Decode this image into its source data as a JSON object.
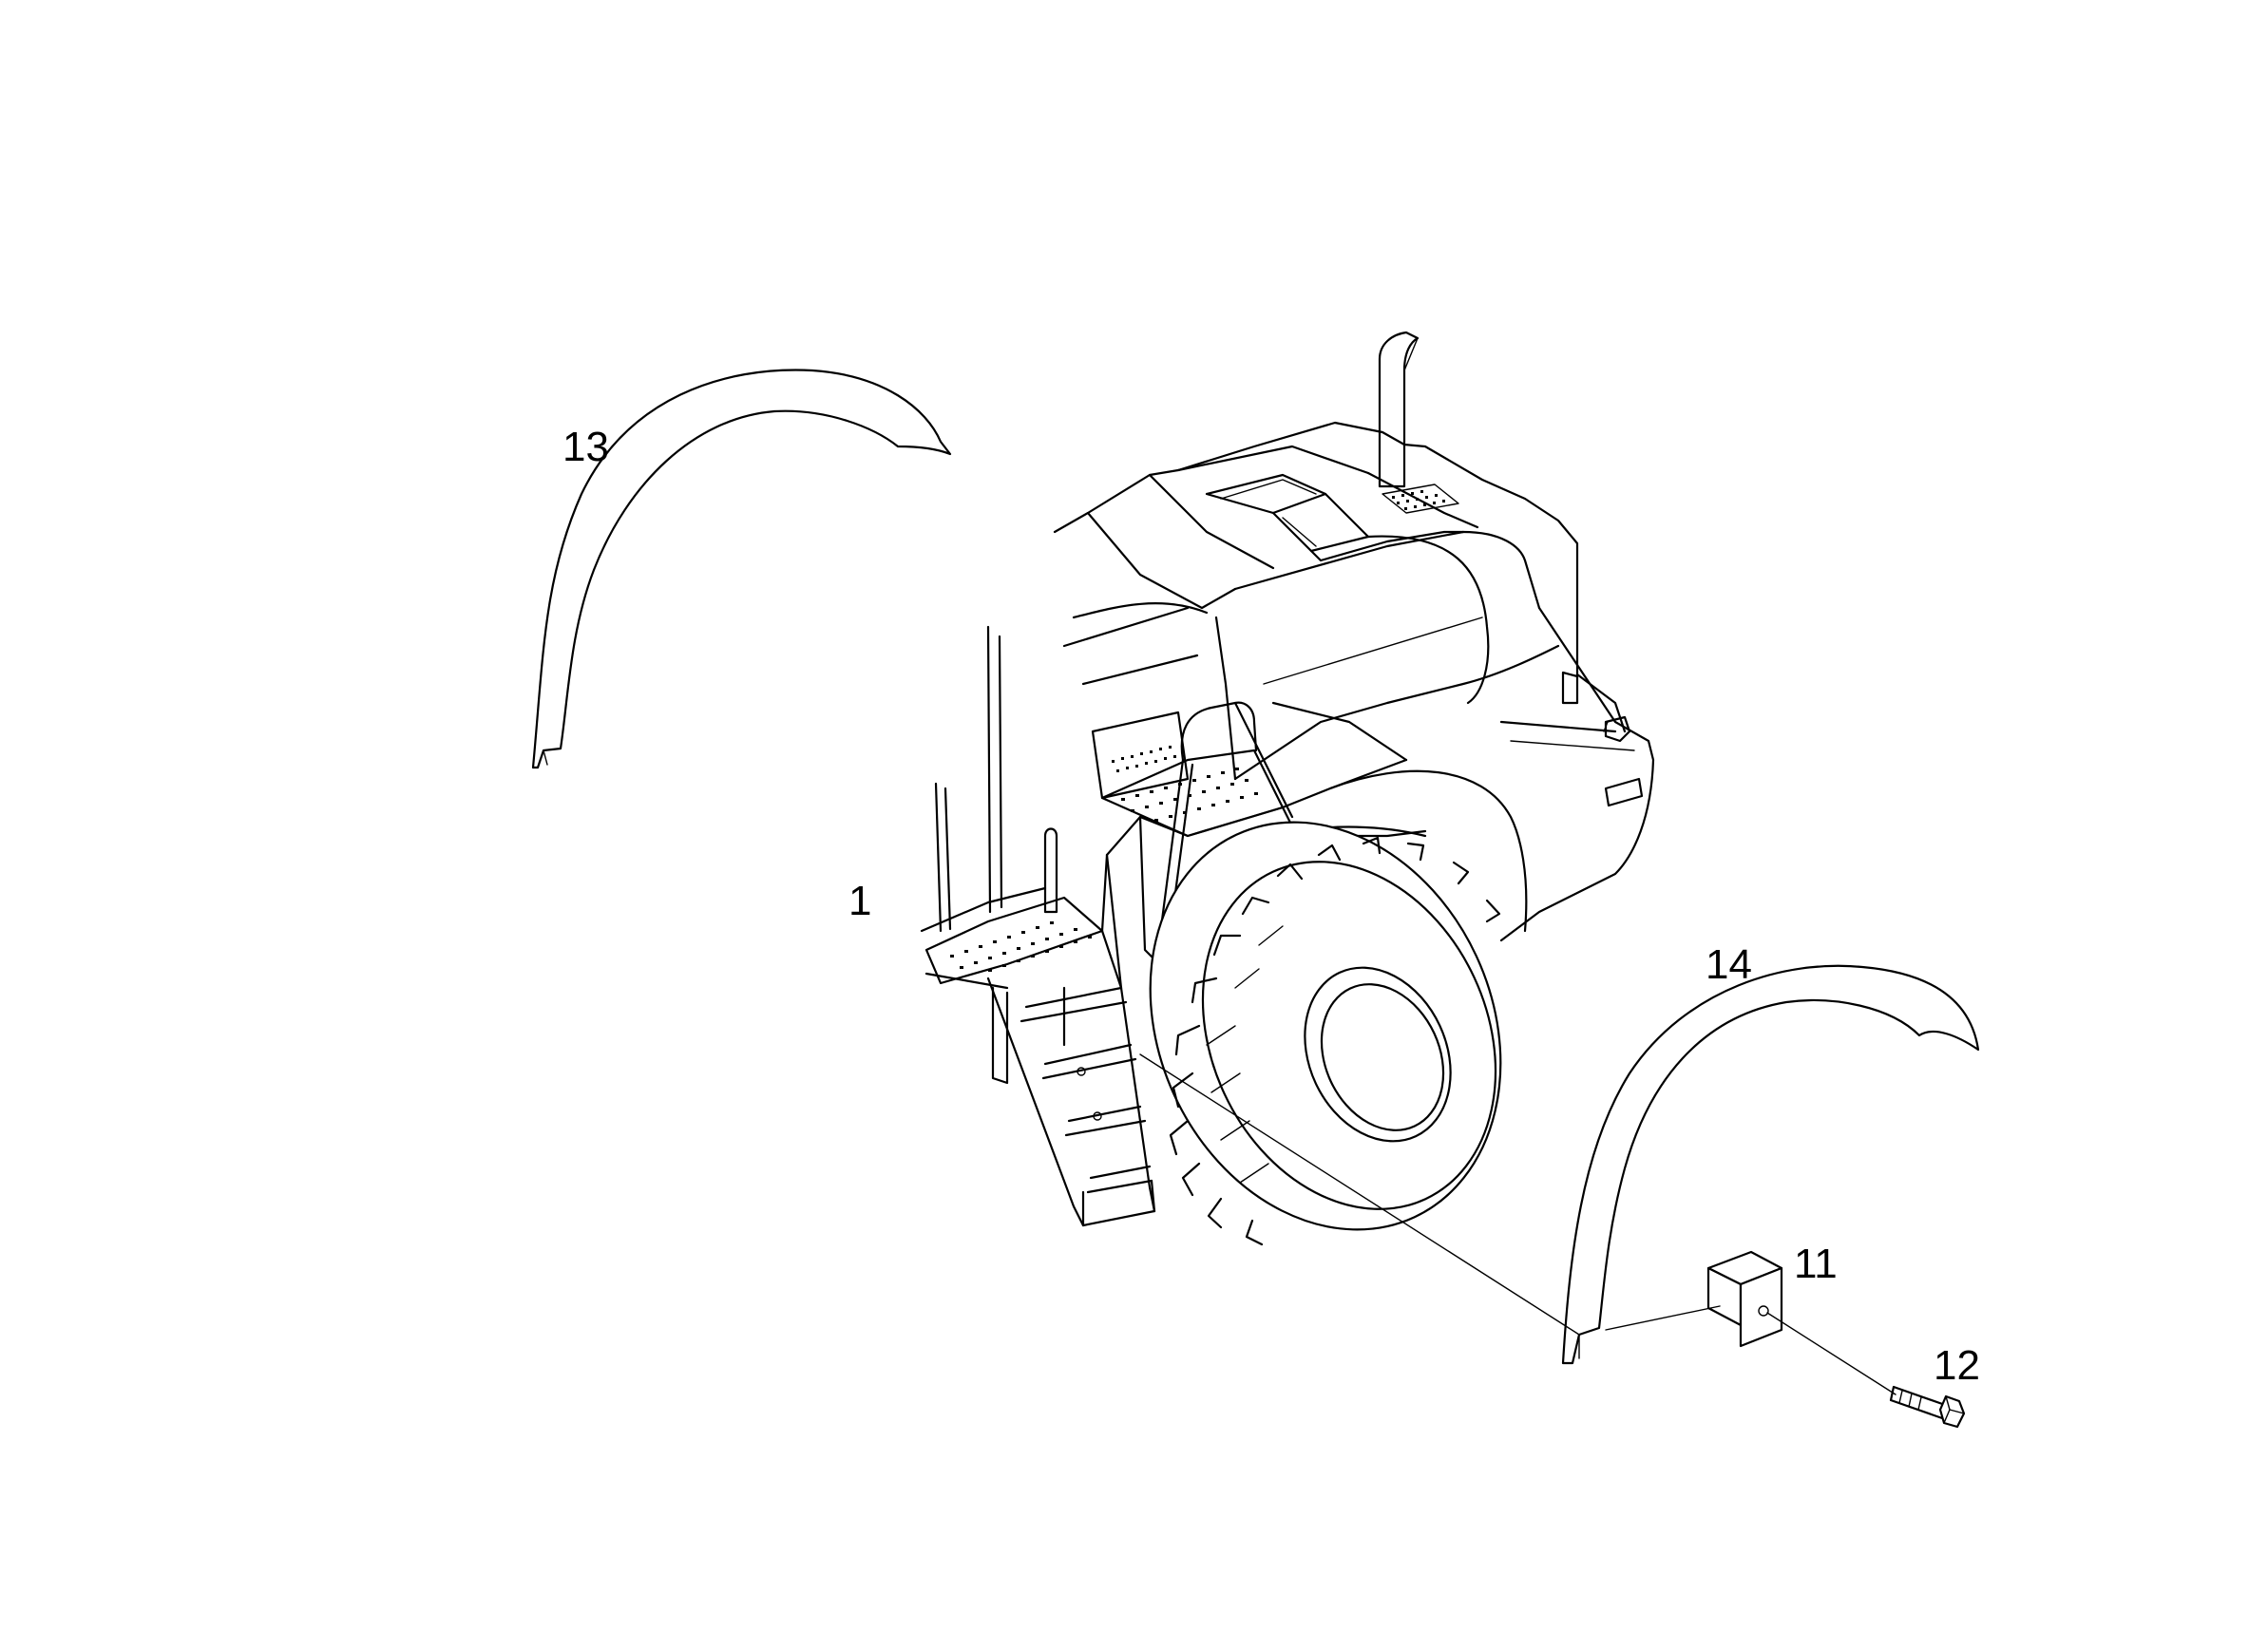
{
  "diagram": {
    "callouts": {
      "c1": "1",
      "c11": "11",
      "c12": "12",
      "c13": "13",
      "c14": "14"
    }
  }
}
